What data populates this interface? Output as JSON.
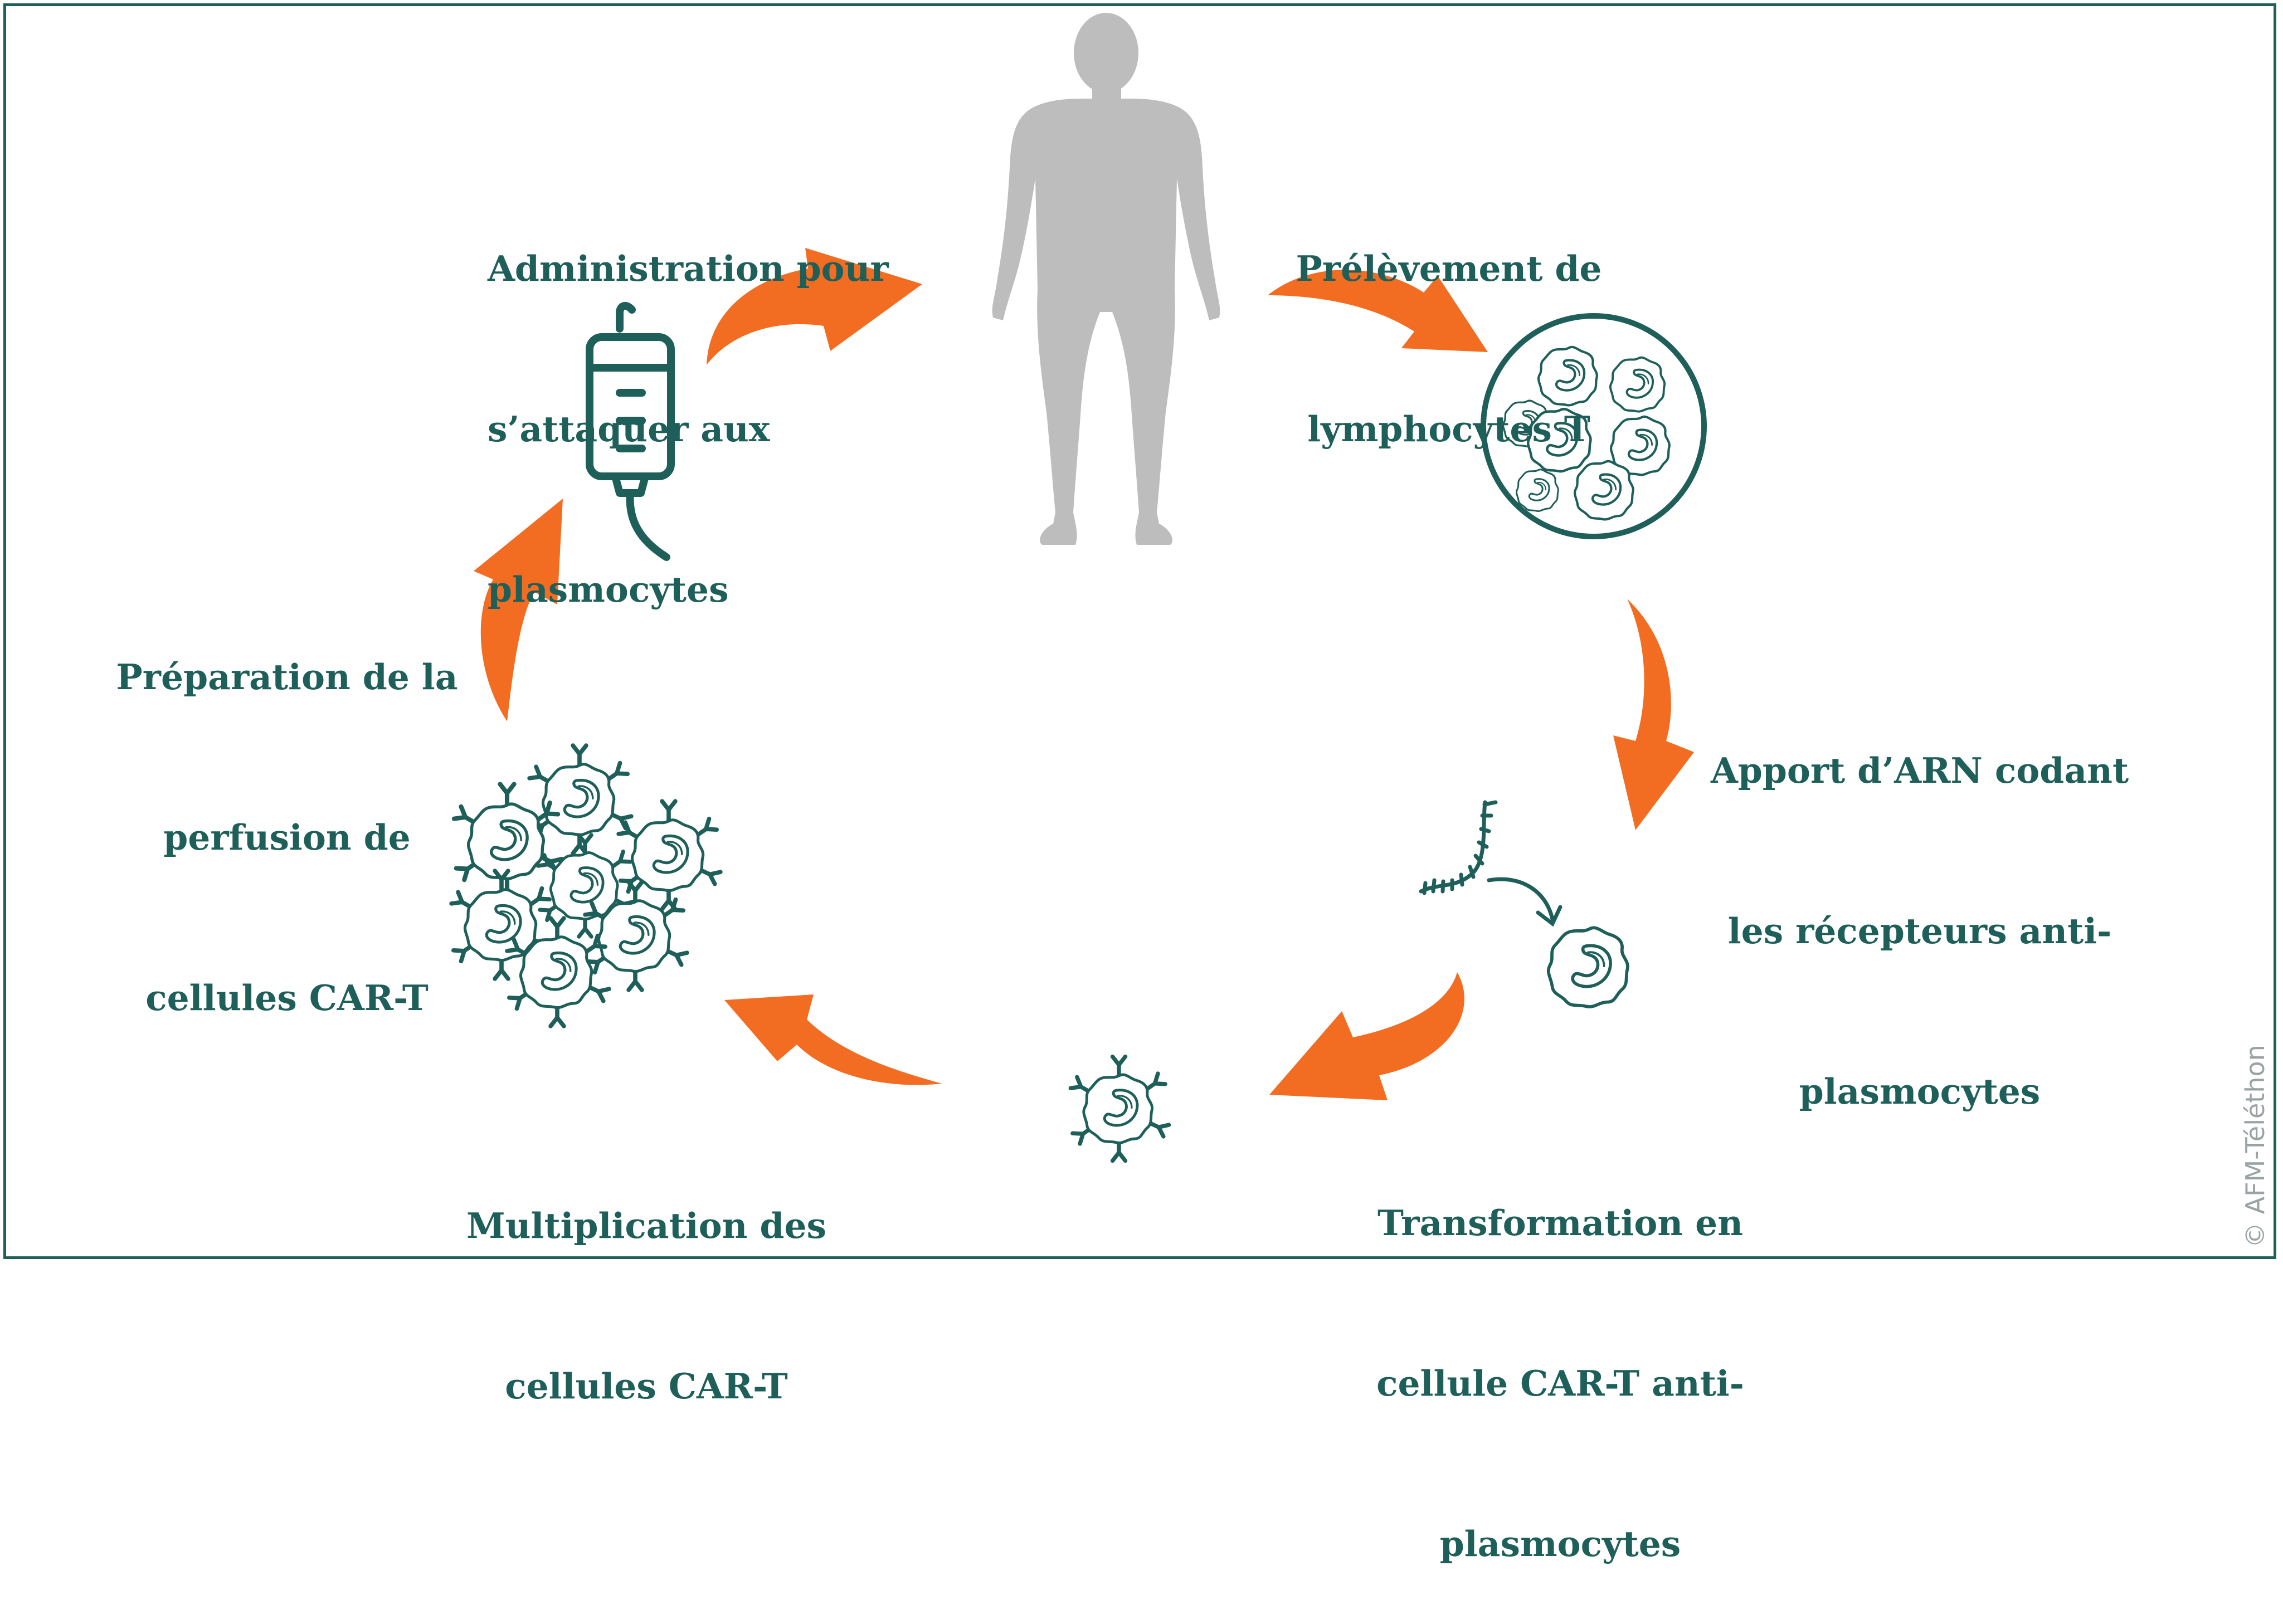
{
  "colors": {
    "teal": "#1e5f5a",
    "arrow": "#f26c21",
    "body": "#bdbdbd",
    "credit": "#9aa3a4"
  },
  "steps": [
    {
      "id": "administration",
      "lines": [
        "Administration pour",
        "s’attaquer aux",
        "plasmocytes"
      ]
    },
    {
      "id": "prelevement",
      "lines": [
        "Prélèvement de",
        "lymphocytes T"
      ]
    },
    {
      "id": "apport",
      "lines": [
        "Apport d’ARN codant",
        "les récepteurs anti-",
        "plasmocytes"
      ]
    },
    {
      "id": "transformation",
      "lines": [
        "Transformation en",
        "cellule CAR-T anti-",
        "plasmocytes"
      ]
    },
    {
      "id": "multiplication",
      "lines": [
        "Multiplication des",
        "cellules CAR-T"
      ]
    },
    {
      "id": "preparation",
      "lines": [
        "Préparation de la",
        "perfusion de",
        "cellules CAR-T"
      ]
    }
  ],
  "icons": [
    "human-body-icon",
    "iv-bag-icon",
    "t-cell-culture-icon",
    "rna-strand-icon",
    "car-t-cell-icon",
    "car-t-cluster-icon"
  ],
  "credit": "© AFM-Téléthon"
}
